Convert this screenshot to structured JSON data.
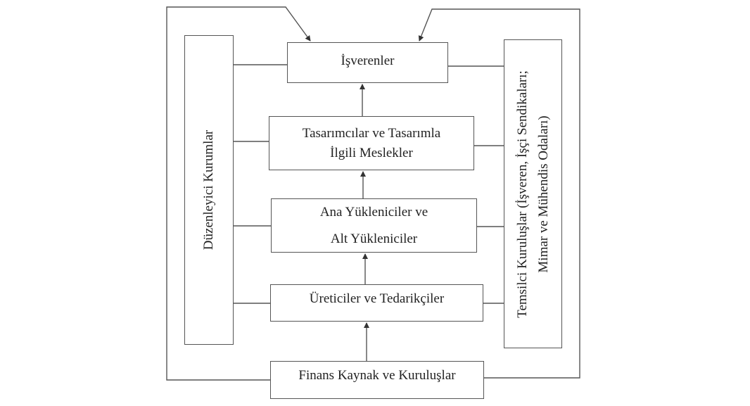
{
  "diagram": {
    "nodes": {
      "employers": {
        "label": "İşverenler"
      },
      "designers": {
        "line1": "Tasarımcılar ve Tasarımla",
        "line2": "İlgili Meslekler"
      },
      "contractors": {
        "line1": "Ana Yükleniciler ve",
        "line2": "Alt Yükleniciler"
      },
      "producers": {
        "label": "Üreticiler ve Tedarikçiler"
      },
      "finance": {
        "label": "Finans Kaynak ve Kuruluşlar"
      },
      "regulators": {
        "label": "Düzenleyici Kurumlar"
      },
      "representatives": {
        "line1": "Temsilci Kuruluşlar (İşveren, İşçi Sendikaları;",
        "line2": "Mimar ve Mühendis Odaları)"
      }
    },
    "edges": [
      {
        "from": "finance",
        "to": "producers",
        "type": "arrow"
      },
      {
        "from": "producers",
        "to": "contractors",
        "type": "arrow"
      },
      {
        "from": "contractors",
        "to": "designers",
        "type": "arrow"
      },
      {
        "from": "designers",
        "to": "employers",
        "type": "arrow"
      },
      {
        "from": "finance",
        "to": "employers",
        "type": "arrow",
        "route": "left-loop"
      },
      {
        "from": "finance",
        "to": "employers",
        "type": "arrow",
        "route": "right-loop"
      },
      {
        "from": "regulators",
        "to": "employers",
        "type": "line"
      },
      {
        "from": "regulators",
        "to": "designers",
        "type": "line"
      },
      {
        "from": "regulators",
        "to": "contractors",
        "type": "line"
      },
      {
        "from": "regulators",
        "to": "producers",
        "type": "line"
      },
      {
        "from": "representatives",
        "to": "employers",
        "type": "line"
      },
      {
        "from": "representatives",
        "to": "designers",
        "type": "line"
      },
      {
        "from": "representatives",
        "to": "contractors",
        "type": "line"
      },
      {
        "from": "representatives",
        "to": "producers",
        "type": "line"
      }
    ],
    "colors": {
      "stroke": "#555555",
      "text": "#222222",
      "background": "#ffffff"
    }
  }
}
